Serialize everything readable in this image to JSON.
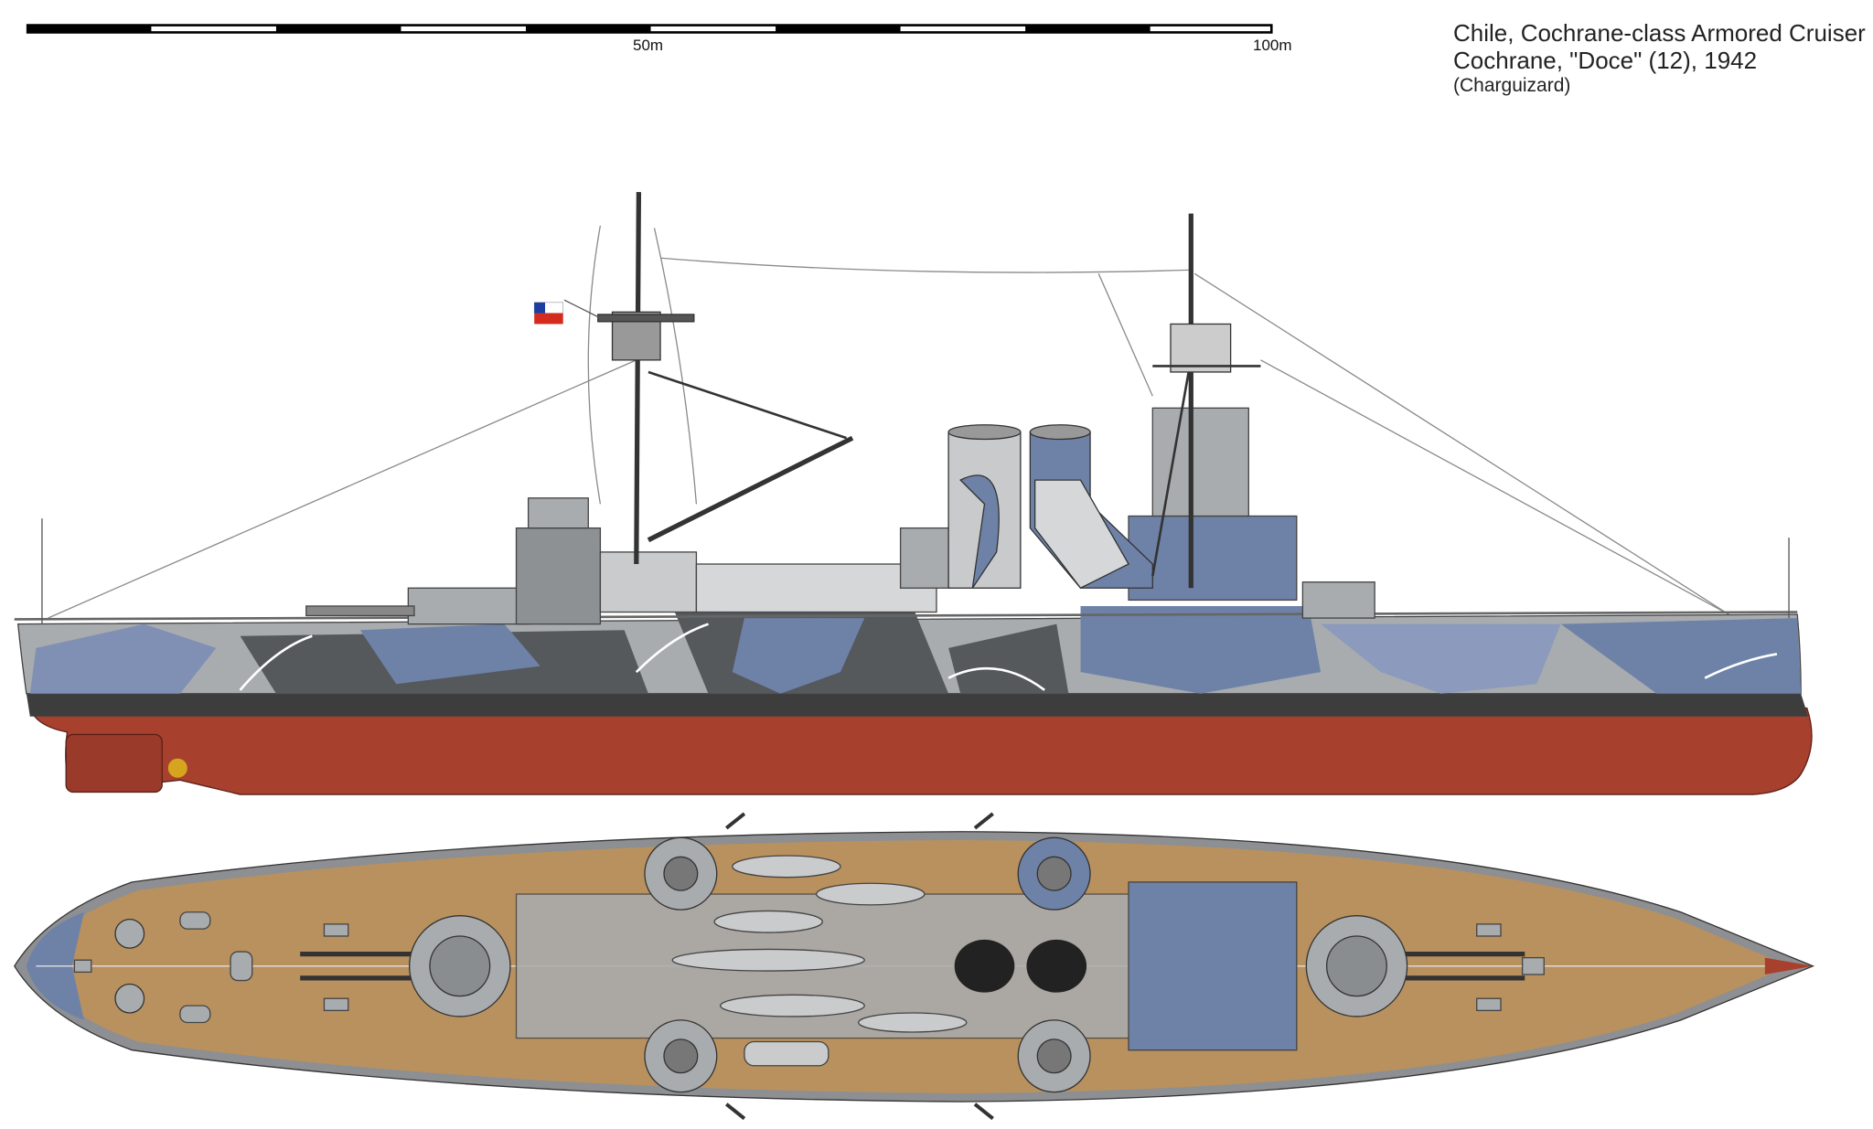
{
  "title": {
    "line1": "Chile, Cochrane-class Armored Cruiser",
    "line2": "Cochrane, \"Doce\" (12), 1942",
    "author": "(Charguizard)"
  },
  "scale_bar": {
    "labels": [
      "50m",
      "100m"
    ]
  },
  "colors": {
    "hull_red": "#a8402e",
    "boot_black": "#3a3a3a",
    "hull_grey": "#a9acae",
    "camo_blue": "#6e82a8",
    "camo_dark": "#55595c",
    "deck_tan": "#b9915e",
    "flag_red": "#d52b1e",
    "flag_blue": "#1b3fa0"
  }
}
